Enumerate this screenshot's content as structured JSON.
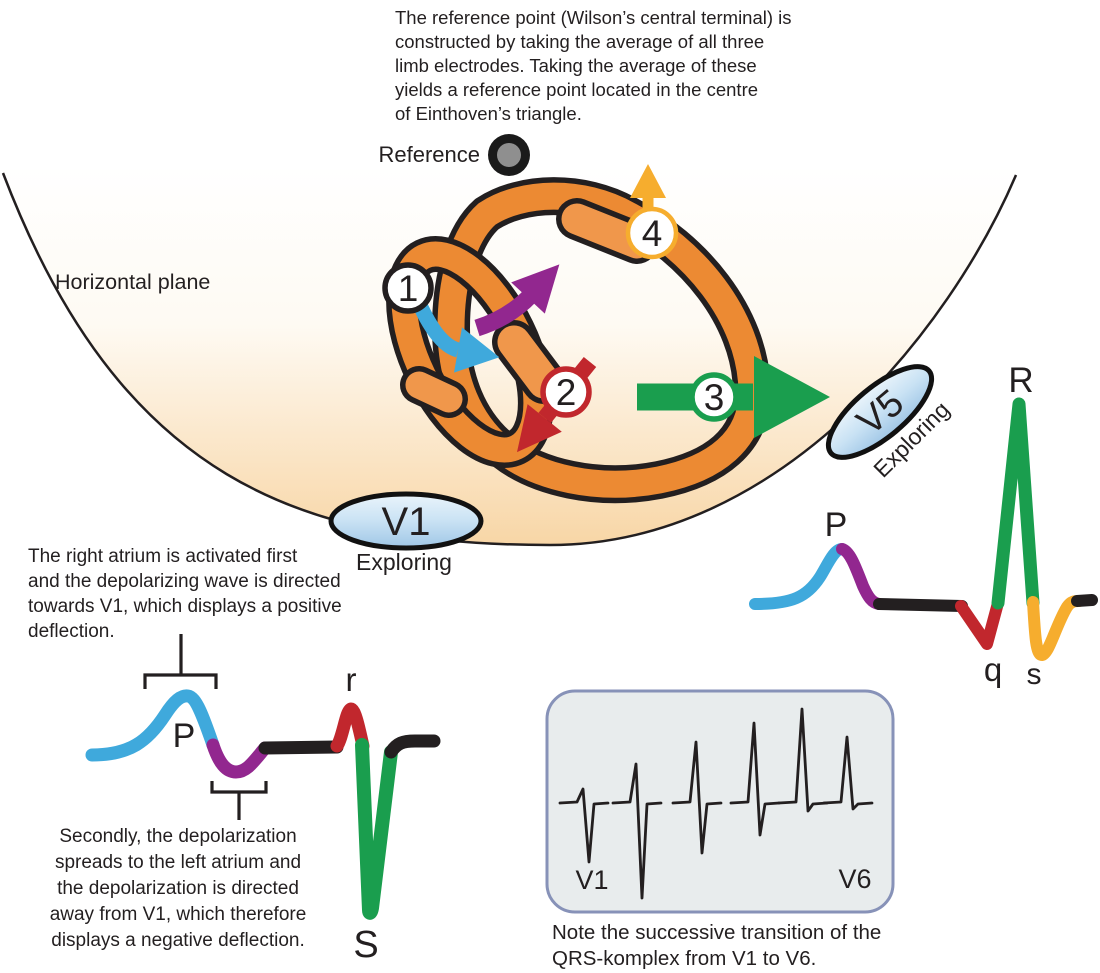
{
  "figure": {
    "top_note": "The reference point (Wilson’s central terminal) is\nconstructed by taking the average of all three\nlimb electrodes. Taking the average of these\nyields a reference point located in the centre\nof Einthoven’s triangle.",
    "reference_label": "Reference",
    "horizontal_plane_label": "Horizontal plane",
    "positive_note": "The right atrium is activated first\nand the depolarizing wave is directed\ntowards V1, which displays a positive\ndeflection.",
    "negative_note": "Secondly, the depolarization\nspreads to the left atrium and\nthe depolarization is directed\naway from V1, which therefore\ndisplays a negative deflection.",
    "inset_caption": "Note the successive transition of the\nQRS-komplex from V1 to V6."
  },
  "steps": [
    "1",
    "2",
    "3",
    "4"
  ],
  "electrodes": {
    "v1": {
      "name": "V1",
      "role": "Exploring"
    },
    "v5": {
      "name": "V5",
      "role": "Exploring"
    }
  },
  "waveforms": {
    "v1_lead": {
      "p": "P",
      "r": "r",
      "s": "S"
    },
    "v5_lead": {
      "p": "P",
      "q": "q",
      "r": "R",
      "s": "s"
    }
  },
  "inset": {
    "first_label": "V1",
    "last_label": "V6",
    "complexes": [
      {
        "r": 13,
        "s": 60
      },
      {
        "r": 38,
        "s": 96
      },
      {
        "r": 60,
        "s": 51
      },
      {
        "r": 79,
        "s": 33
      },
      {
        "r": 93,
        "s": 9
      },
      {
        "r": 65,
        "s": 7
      }
    ]
  },
  "colors": {
    "right_atrium": "#3FA9DC",
    "left_atrium": "#92278F",
    "septum": "#C1272D",
    "ventricle": "#1A9E4E",
    "late_ventricle": "#F6AD2E",
    "myocardium": "#EC8A33",
    "myocardium_light": "#F0974B",
    "ink": "#231F20"
  }
}
